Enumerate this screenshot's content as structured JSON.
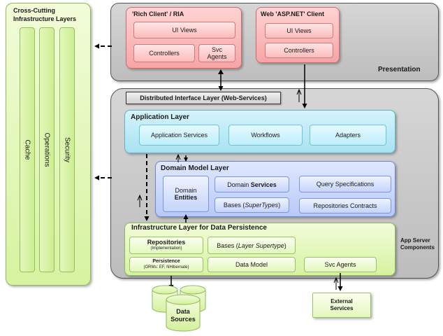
{
  "cross_cutting": {
    "title": "Cross-Cutting Infrastructure Layers",
    "columns": [
      "Cache",
      "Operations",
      "Security"
    ]
  },
  "presentation": {
    "label": "Presentation",
    "rich_client": {
      "title": "'Rich Client' / RIA",
      "ui_views": "UI Views",
      "controllers": "Controllers",
      "svc_agents": "Svc Agents"
    },
    "web_client": {
      "title": "Web 'ASP.NET' Client",
      "ui_views": "UI Views",
      "controllers": "Controllers"
    }
  },
  "distributed_interface": {
    "label": "Distributed Interface Layer (Web-Services)"
  },
  "app_server": {
    "label": "App Server Components"
  },
  "application_layer": {
    "title": "Application Layer",
    "items": [
      "Application Services",
      "Workflows",
      "Adapters"
    ]
  },
  "domain_model_layer": {
    "title": "Domain Model Layer",
    "entities": {
      "line1": "Domain",
      "line2": "Entities"
    },
    "domain_services": {
      "prefix": "Domain",
      "bold": "Services"
    },
    "bases": {
      "prefix": "Bases (",
      "italic": "SuperTypes",
      "suffix": ")"
    },
    "query_specifications": "Query Specifications",
    "repositories_contracts": "Repositories Contracts"
  },
  "infrastructure_layer": {
    "title": "Infrastructure Layer for Data Persistence",
    "repositories": {
      "title": "Repositories",
      "sub": "(Implementation)"
    },
    "persistence": {
      "title": "Persistence",
      "sub": "(ORMs: EF, NHibernate)"
    },
    "bases": {
      "prefix": "Bases (",
      "italic": "Layer Supertype",
      "suffix": ")"
    },
    "data_model": "Data Model",
    "svc_agents": "Svc Agents"
  },
  "data_sources": {
    "line1": "Data",
    "line2": "Sources"
  },
  "external_services": {
    "line1": "External",
    "line2": "Services"
  },
  "colors": {
    "green": "#d6f3a0",
    "pink": "#f6a5a5",
    "cyan": "#a8e2f1",
    "blue": "#b7c9f7",
    "gray": "#c8c8c8"
  }
}
